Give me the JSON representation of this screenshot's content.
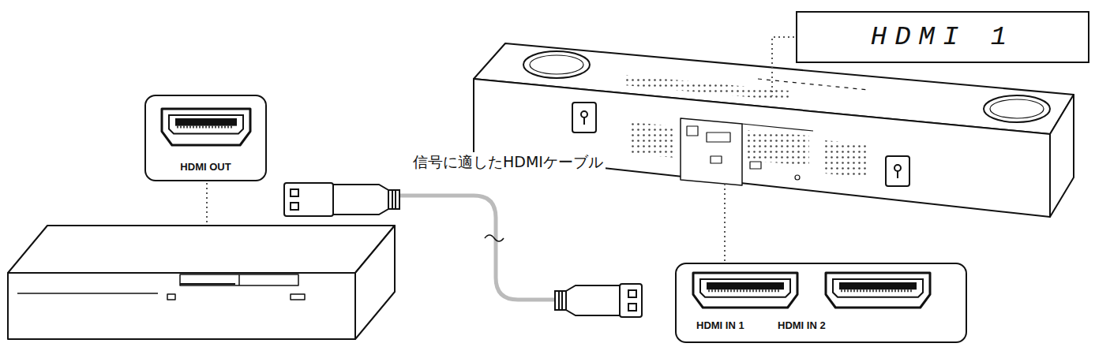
{
  "diagram": {
    "nodes": [
      {
        "text": [
          "HDMI OUT"
        ]
      },
      {
        "text": [
          "HDMI 1"
        ]
      },
      {
        "text": [
          "HDMI IN 1",
          "HDMI IN 2"
        ]
      }
    ],
    "labels": [
      "信号に適したHDMIケーブル"
    ]
  }
}
